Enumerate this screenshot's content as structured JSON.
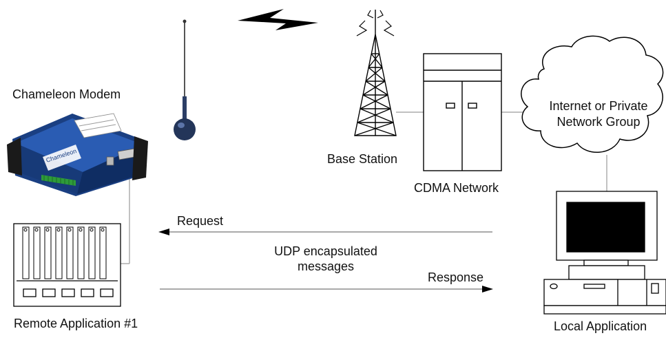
{
  "labels": {
    "modem": "Chameleon Modem",
    "base_station": "Base Station",
    "cdma_network": "CDMA Network",
    "cloud_line1": "Internet or Private",
    "cloud_line2": "Network Group",
    "request": "Request",
    "udp_line1": "UDP encapsulated",
    "udp_line2": "messages",
    "response": "Response",
    "remote_app": "Remote Application #1",
    "local_app": "Local Application"
  },
  "modem_device": {
    "brand_text": "Chameleon"
  },
  "icons": [
    "antenna-icon",
    "lightning-bolt-icon",
    "radio-tower-icon",
    "server-cabinet-icon",
    "cloud-icon",
    "desktop-computer-icon",
    "rack-chassis-icon",
    "modem-device-icon"
  ],
  "colors": {
    "modem_body": "#1f4f9c",
    "modem_dark": "#0f2d63",
    "terminal_green": "#2e9b3a",
    "antenna_base": "#233559",
    "line": "#000000",
    "connector_line": "#9a9a9a"
  }
}
